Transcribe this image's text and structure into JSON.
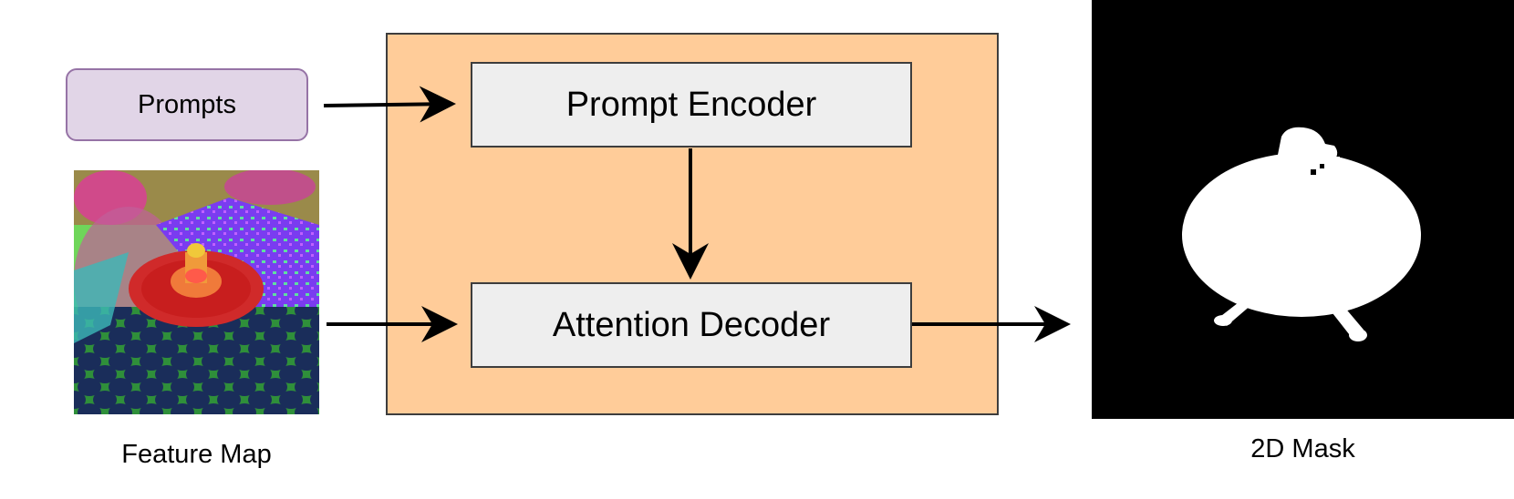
{
  "diagram": {
    "prompts_label": "Prompts",
    "prompt_encoder_label": "Prompt Encoder",
    "attention_decoder_label": "Attention Decoder",
    "feature_map_caption": "Feature Map",
    "mask_caption": "2D Mask"
  },
  "colors": {
    "prompts_fill": "#e1d5e7",
    "prompts_border": "#9673a6",
    "container_fill": "#ffcc99",
    "module_fill": "#eeeeee",
    "stroke": "#3d3d3d",
    "arrow": "#000000"
  }
}
